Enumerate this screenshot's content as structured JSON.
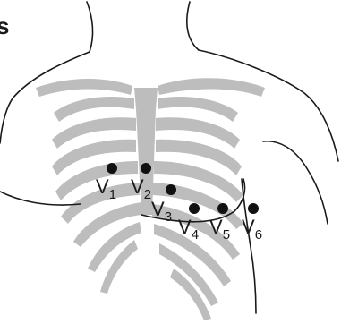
{
  "figure": {
    "colors": {
      "skin_outline": "#1a1a1a",
      "rib_fill": "#bdbdbd",
      "electrode": "#111111",
      "background": "#ffffff"
    },
    "leads": [
      {
        "letter": "V",
        "number": "1"
      },
      {
        "letter": "V",
        "number": "2"
      },
      {
        "letter": "V",
        "number": "3"
      },
      {
        "letter": "V",
        "number": "4"
      },
      {
        "letter": "V",
        "number": "5"
      },
      {
        "letter": "V",
        "number": "6"
      }
    ],
    "corner_glyph": "s"
  }
}
